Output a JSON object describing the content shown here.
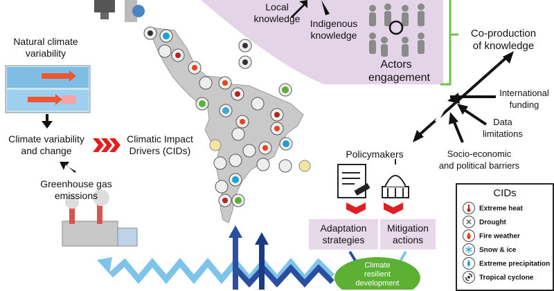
{
  "top_panel": {
    "local_knowledge": "Local\nknowledge",
    "indigenous_knowledge": "Indigenous\nknowledge",
    "actors_engagement": "Actors\nengagement"
  },
  "coproduction": "Co-production\nof knowledge",
  "natural_variability": "Natural climate\nvariability",
  "variability_change": "Climate variability\nand change",
  "greenhouse": "Greenhouse gas\nemissions",
  "cids_label": "Climatic Impact\nDrivers (CIDs)",
  "barriers": {
    "international_funding": "International\nfunding",
    "data_limitations": "Data\nlimitations",
    "socio_economic": "Socio-economic\nand political barriers"
  },
  "policymakers": "Policymakers",
  "adaptation": "Adaptation\nstrategies",
  "mitigation": "Mitigation\nactions",
  "resilient": "Climate\nresilient\ndevelopment",
  "legend": {
    "title": "CIDs",
    "items": [
      {
        "label": "Extreme heat",
        "icon": "thermometer-icon",
        "color": "#b3261e"
      },
      {
        "label": "Drought",
        "icon": "drought-icon",
        "color": "#777777"
      },
      {
        "label": "Fire weather",
        "icon": "flame-icon",
        "color": "#e8411c"
      },
      {
        "label": "Snow & ice",
        "icon": "snowflake-icon",
        "color": "#3fa7d6"
      },
      {
        "label": "Extreme precipitation",
        "icon": "raindrop-icon",
        "color": "#1ea0d2"
      },
      {
        "label": "Tropical cyclone",
        "icon": "cyclone-icon",
        "color": "#333333"
      }
    ]
  },
  "colors": {
    "purple_panel": "#e4d4e8",
    "green_bracket": "#6cc04a",
    "red_arrows": "#e02020",
    "green_ellipse": "#5cb135",
    "map_gray": "#c9c9c9"
  }
}
